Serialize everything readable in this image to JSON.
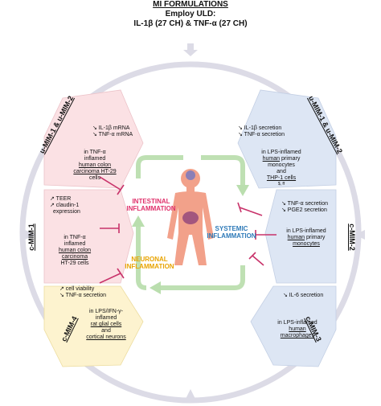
{
  "header": {
    "title": "MI FORMULATIONS",
    "line2": "Employ ULD:",
    "line3": "IL-1β (27 CH) & TNF-α (27 CH)"
  },
  "segments": {
    "umim_left": {
      "label": "u-MIM-1 & u-MIM-2",
      "effects": [
        "↘ IL-1β mRNA",
        "↘ TNF-α mRNA"
      ],
      "model_l1": "in TNF-α",
      "model_l2": "inflamed",
      "model_l3": "human colon",
      "model_l4": "carcinoma HT-29",
      "model_l5": "cells"
    },
    "cmim1": {
      "label": "c-MIM-1",
      "effects": [
        "↗ TEER",
        "↗ claudin-1",
        "expression"
      ],
      "model_l1": "in TNF-α",
      "model_l2": "inflamed",
      "model_l3": "human colon",
      "model_l4": "carcinoma",
      "model_l5": "HT-29 cells"
    },
    "cmim4": {
      "label": "c-MIM-4",
      "effects": [
        "↗ cell viability",
        "↘ TNF-α secretion"
      ],
      "model_l1": "in LPS/IFN-γ-",
      "model_l2": "inflamed",
      "model_l3": "rat glial cells",
      "model_l4": "and",
      "model_l5": "cortical neurons"
    },
    "umim_right": {
      "label": "u-MIM-1 & u-MIM-2",
      "effects": [
        "↘ IL-1β secretion",
        "↘ TNF-α secretion"
      ],
      "model_l1": "in LPS-inflamed",
      "model_l2": "human",
      "model_l3": "primary",
      "model_l4": "monocytes",
      "model_l5": "and",
      "model_l6": "THP-1 cells",
      "model_note": "$, ff"
    },
    "cmim2": {
      "label": "c-MIM-2",
      "effects": [
        "↘ TNF-α secretion",
        "↘ PGE2 secretion"
      ],
      "model_l1": "in LPS-inflamed",
      "model_l2": "human",
      "model_l3": "primary",
      "model_l4": "monocytes"
    },
    "cmim3": {
      "label": "c-MIM-3",
      "effects": [
        "↘ IL-6 secretion"
      ],
      "model_l1": "in LPS-inflamed",
      "model_l2": "human",
      "model_l3": "macrophages"
    }
  },
  "center": {
    "intestinal": [
      "INTESTINAL",
      "INFLAMMATION"
    ],
    "systemic": [
      "SYSTEMIC",
      "INFLAMMATION"
    ],
    "neuronal": [
      "NEURONAL",
      "INFLAMMATION"
    ]
  },
  "colors": {
    "ring": "#dcdbe6",
    "ring_fill": "#ffffff",
    "pink_panel": "#fbe1e4",
    "yellow_panel": "#fdf3cf",
    "blue_panel": "#dde6f4",
    "inhibit": "#c8326a",
    "intestinal_text": "#e0306b",
    "systemic_text": "#2e7ab8",
    "neuronal_text": "#e8a300",
    "arrow_green": "#a9d69a",
    "body": "#f2a18a"
  }
}
